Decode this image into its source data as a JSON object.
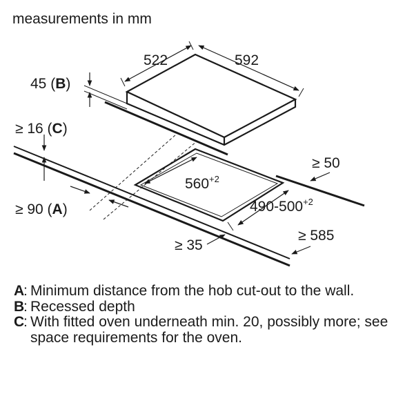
{
  "title": "measurements in mm",
  "dimensions": {
    "hob_width": "522",
    "hob_depth": "592",
    "recess_value": "45 (",
    "recess_key": "B",
    "recess_close": ")",
    "clearance_c_prefix": "≥ 16 (",
    "clearance_c_key": "C",
    "clearance_c_close": ")",
    "rear_clearance": "≥ 50",
    "cutout_width": "560",
    "cutout_width_tol": "+2",
    "cutout_depth": "490-500",
    "cutout_depth_tol": "+2",
    "wall_distance_prefix": "≥ 90 (",
    "wall_distance_key": "A",
    "wall_distance_close": ")",
    "front_clearance": "≥ 35",
    "worktop_depth": "≥ 585"
  },
  "legend": [
    {
      "key": "A",
      "text": "Minimum distance from the hob cut-out to the wall."
    },
    {
      "key": "B",
      "text": "Recessed depth"
    },
    {
      "key": "C",
      "text": "With fitted oven underneath min. 20, possibly more; see space requirements for the oven."
    }
  ]
}
